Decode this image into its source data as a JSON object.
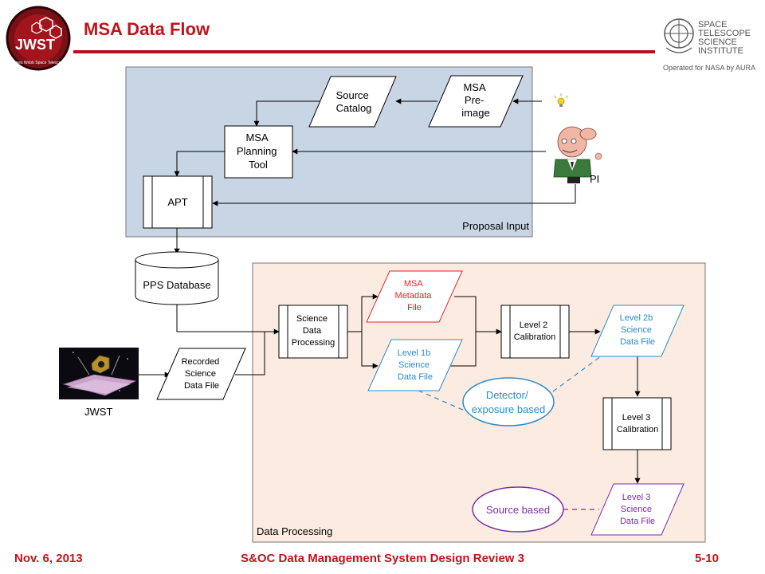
{
  "header": {
    "title": "MSA Data Flow",
    "jwst_logo_text": "JWST",
    "jwst_logo_ring_text": "James Webb Space Telescope",
    "stsci_logo_lines": [
      "SPACE",
      "TELESCOPE",
      "SCIENCE",
      "INSTITUTE"
    ],
    "stsci_tagline": "Operated for NASA by AURA"
  },
  "colors": {
    "accent_red": "#c0141b",
    "proposal_fill": "#c8d5e5",
    "processing_fill": "#fcebe0",
    "metadata_red": "#e0252b",
    "level_blue": "#2a8bc9",
    "level3_purple": "#7a2ea8"
  },
  "diagram": {
    "regions": {
      "proposal_input": "Proposal Input",
      "data_processing": "Data Processing"
    },
    "nodes": {
      "source_catalog": [
        "Source",
        "Catalog"
      ],
      "msa_preimage": [
        "MSA",
        "Pre-",
        "image"
      ],
      "msa_planning_tool": [
        "MSA",
        "Planning",
        "Tool"
      ],
      "apt": "APT",
      "pi_label": "PI",
      "pps_database": "PPS Database",
      "jwst_label": "JWST",
      "recorded_science_data_file": [
        "Recorded",
        "Science",
        "Data File"
      ],
      "science_data_processing": [
        "Science",
        "Data",
        "Processing"
      ],
      "msa_metadata_file": [
        "MSA",
        "Metadata",
        "File"
      ],
      "level1b_science_data_file": [
        "Level 1b",
        "Science",
        "Data File"
      ],
      "level2_calibration": [
        "Level 2",
        "Calibration"
      ],
      "level2b_science_data_file": [
        "Level 2b",
        "Science",
        "Data File"
      ],
      "detector_exposure_based": [
        "Detector/",
        "exposure based"
      ],
      "level3_calibration": [
        "Level 3",
        "Calibration"
      ],
      "source_based": "Source based",
      "level3_science_data_file": [
        "Level 3",
        "Science",
        "Data File"
      ]
    },
    "icons": [
      "jwst-logo-icon",
      "stsci-logo-icon",
      "lightbulb-icon",
      "pi-cartoon-icon",
      "jwst-telescope-icon"
    ]
  },
  "footer": {
    "date": "Nov. 6, 2013",
    "center": "S&OC Data Management System Design Review 3",
    "page": "5-10"
  }
}
